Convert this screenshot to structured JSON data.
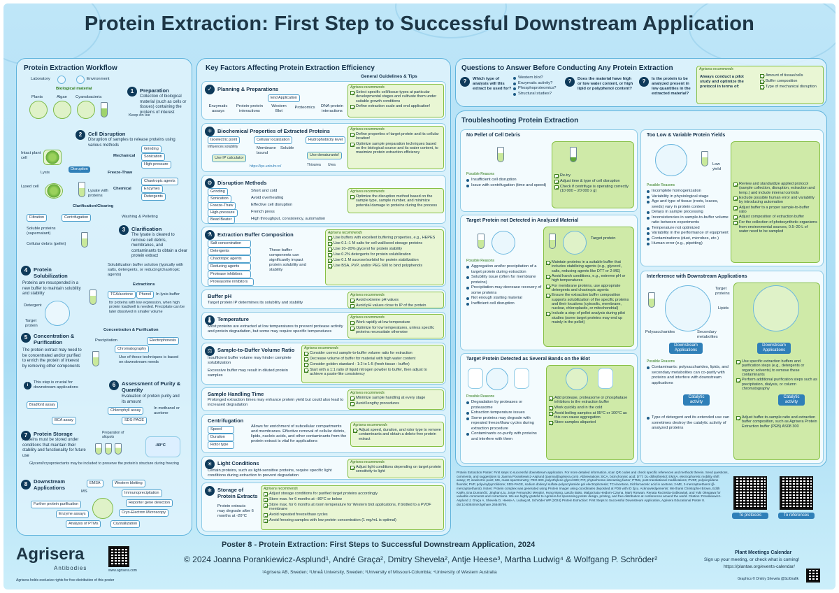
{
  "title": "Protein Extraction: First Step to Successful Downstream Application",
  "workflow": {
    "title": "Protein Extraction Workflow",
    "labels": {
      "laboratory": "Laboratory",
      "environment": "Environment",
      "biological_material": "Biological material",
      "plants": "Plants",
      "algae": "Algae",
      "cyanobacteria": "Cyanobacteria",
      "keep_on_ice": "Keep on ice",
      "intact_plant_cell": "Intact plant cell",
      "lysis": "Lysis",
      "lysed_cell": "Lysed cell",
      "lysate": "Lysate with proteins",
      "filtration": "Filtration",
      "centrifugation": "Centrifugation",
      "soluble": "Soluble proteins (supernatant)",
      "debris": "Cellular debris (pellet)",
      "detergent": "Detergent",
      "target_protein": "Target protein",
      "precipitation": "Precipitation",
      "use_tech": "Use of these techniques is based on downstream needs",
      "in_methanol": "In methanol or acetone",
      "prep_aliquots": "Preparation of aliquots",
      "minus80": "-80°C",
      "glycerol": "Glycerol/cryoprotectants may be included to preserve the protein's structure during freezing"
    },
    "steps": [
      {
        "n": "1",
        "t": "Preparation",
        "d": "Collection of biological material (such as cells or tissues) containing the proteins of interest"
      },
      {
        "n": "2",
        "t": "Cell Disruption",
        "d": "Disruption of samples to release proteins using various methods"
      },
      {
        "n": "3",
        "t": "Clarification",
        "d": "The lysate is cleared to remove cell debris, membranes, and contaminants to obtain a clear protein extract"
      },
      {
        "n": "4",
        "t": "Protein Solubilization",
        "d": "Proteins are resuspended in a new buffer to maintain solubility and stability"
      },
      {
        "n": "5",
        "t": "Concentration & Purification",
        "d": "The protein extract may need to be concentrated and/or purified to enrich the protein of interest by removing other components"
      },
      {
        "n": "6",
        "t": "Assessment of Purity & Quantity",
        "d": "Evaluation of protein purity and its amount"
      },
      {
        "n": "7",
        "t": "Protein Storage",
        "d": "Proteins must be stored under conditions that maintain their stability and functionality for future use"
      },
      {
        "n": "8",
        "t": "Downstream Applications",
        "d": ""
      }
    ],
    "disruption": {
      "label": "Disruption",
      "mechanical": "Mechanical",
      "freeze": "Freeze-Thaw",
      "chemical": "Chemical",
      "m": [
        "Grinding",
        "Sonication",
        "High-pressure"
      ],
      "c": [
        "Chaotropic agents",
        "Enzymes",
        "Detergents"
      ]
    },
    "clar": {
      "title": "Clarification/Clearing",
      "wash": "Washing & Pelleting"
    },
    "solub": {
      "desc": "Solubilization buffer solution (typically with salts, detergents, or reducing/chaotropic agents)",
      "extr": "Extractions",
      "tca": "TCA/acetone",
      "phenol": "Phenol",
      "lysis": "In lysis buffer",
      "note": "for proteins with low expression, when high protein load/well is needed. Precipitate can be later dissolved in smaller volume"
    },
    "conc": {
      "title": "Concentration & Purification",
      "electro": "Electrophoresis",
      "chrom": "Chromatography"
    },
    "assess": {
      "note": "This step is crucial for downstream applications",
      "bradford": "Bradford assay",
      "chloro": "Chlorophyll assay",
      "bca": "BCA assay",
      "sds": "SDS-PAGE"
    },
    "down": {
      "emsa": "EMSA",
      "western": "Western blotting",
      "ms": "MS",
      "immuno": "Immunoprecipitation",
      "further": "Further protein purification",
      "reporter": "Reporter gene detection",
      "enzyme": "Enzyme assays",
      "cryo": "Cryo-Electron Microscopy",
      "ptm": "Analysis of PTMs",
      "crystal": "Crystallization"
    }
  },
  "factors": {
    "title": "Key Factors Affecting Protein Extraction Efficiency",
    "guide": "General Guidelines & Tips",
    "rec_label": "Agrisera recommends",
    "sections": [
      {
        "t": "Planning & Preparations",
        "tags": [
          "End Application",
          "Enzymatic assays",
          "Protein-protein interactions",
          "Western Blot",
          "Proteomics",
          "DNA-protein interactions"
        ],
        "recs": [
          "Select specific cell/tissue types at particular developmental stages and cultivate them under suitable growth conditions",
          "Define extraction scale and end application!"
        ]
      },
      {
        "t": "Biochemical Properties of Extracted Proteins",
        "tags": [
          "Isoelectric point",
          "Influences solubility",
          "Use IP calculator",
          "Cellular localization",
          "Membrane bound",
          "Soluble",
          "Hydrophobicity level",
          "Use denaturants!",
          "Thiourea",
          "Urea",
          "https://ipc.uniruhr.ro/"
        ],
        "recs": [
          "Define properties of target protein and its cellular location!",
          "Optimize sample preparation techniques based on the biological source and its water content, to maximize protein extraction efficiency"
        ]
      },
      {
        "t": "Disruption Methods",
        "tags": [
          "Grinding",
          "Sonication",
          "Freeze-Thaw",
          "High-pressure",
          "Bead Beater"
        ],
        "descs": [
          "Short and cold",
          "Avoid overheating",
          "Effective cell disruption",
          "French press",
          "High throughput, consistency, automation"
        ],
        "recs": [
          "Optimize the disruption method based on the sample type, sample number, and minimize potential damage to proteins during the process"
        ]
      },
      {
        "t": "Extraction Buffer Composition",
        "tags": [
          "Salt concentration",
          "Detergents",
          "Chaotropic agents",
          "Reducing agents",
          "Protease inhibitors",
          "Proteasome inhibitors"
        ],
        "desc": "These buffer components can significantly impact protein solubility and stability",
        "recs": [
          "Use buffers with excellent buffering properties, e.g., HEPES",
          "Use 0.1–1 M salts for cell wall/seed storage proteins",
          "Use 10–20% glycerol for protein stability",
          "Use 0.2% detergents for protein solubilization",
          "Use 0.1 M sucrose/sorbitol for protein stabilization",
          "Use BSA, PVP, and/or PEG 600 to bind polyphenols"
        ]
      },
      {
        "t": "Buffer pH",
        "desc": "Target protein IP determines its solubility and stability",
        "recs": [
          "Avoid extreme pH values",
          "Avoid pH values close to IP of the protein"
        ]
      },
      {
        "t": "Temperature",
        "desc": "Most proteins are extracted at low temperatures to prevent protease activity and protein degradation, but some may require specific temperatures",
        "recs": [
          "Work rapidly at low temperature",
          "Optimize for low temperatures, unless specific proteins necessitate otherwise"
        ]
      },
      {
        "t": "Sample-to-Buffer Volume Ratio",
        "descs": [
          "Insufficient buffer volume may hinder complete solubilization",
          "Excessive buffer may result in diluted protein samples"
        ],
        "recs": [
          "Consider correct sample-to-buffer volume ratio for extraction",
          "Decrease volume of buffer for material with high water content",
          "Consider golden standard - 1:2 to 1:5 (fresh tissue : buffer)",
          "Start with a 1:1 ratio of liquid nitrogen powder to buffer, then adjust to achieve a paste-like consistency"
        ]
      },
      {
        "t": "Sample Handling Time",
        "desc": "Prolonged extraction times may enhance protein yield but could also lead to increased degradation",
        "recs": [
          "Minimize sample handling at every stage",
          "Avoid lengthy procedures"
        ]
      },
      {
        "t": "Centrifugation",
        "tags": [
          "Speed",
          "Duration",
          "Rotor type"
        ],
        "desc": "Allows for enrichment of subcellular compartments and membranes. Effective removal of cellular debris, lipids, nucleic acids, and other contaminants from the protein extract is vital for applications",
        "recs": [
          "Adjust speed, duration, and rotor type to remove contaminants and obtain a debris-free protein extract"
        ]
      },
      {
        "t": "Light Conditions",
        "desc": "Certain proteins, such as light-sensitive proteins, require specific light conditions during extraction to prevent degradation",
        "recs": [
          "Adjust light conditions depending on target protein sensitivity to light"
        ]
      },
      {
        "t": "Storage of Protein Extracts",
        "desc": "Protein extracts may degrade after 6 months at -20°C",
        "recs": [
          "Adjust storage conditions for purified target proteins accordingly",
          "Store max. for 6 months at –80°C or below",
          "Store max. for 6 months at room temperature for Western blot applications, if blotted to a PVDF membrane",
          "Avoid repeated freeze/thaw cycles",
          "Avoid freezing samples with low protein concentration (1 mg/mL is optimal)"
        ]
      }
    ]
  },
  "questions": {
    "title": "Questions to Answer Before Conducting Any Protein Extraction",
    "q1": "Which type of analysis will this extract be used for?",
    "q1opts": [
      "Western blot?",
      "Enzymatic activity?",
      "Phosphoproteomics?",
      "Structural studies?"
    ],
    "q2": "Does the material have high or low water content, or high lipid or polyphenol content?",
    "q3": "Is the protein to be analyzed present in low quantities in the extracted material?",
    "rec1": "Always conduct a pilot study and optimize the protocol in terms of:",
    "rec1opts": [
      "Amount of tissue/cells",
      "Buffer composition",
      "Type of mechanical disruption"
    ]
  },
  "trouble": {
    "title": "Troubleshooting Protein Extraction",
    "possible": "Possible Reasons",
    "p1": {
      "t": "No Pellet of Cell Debris",
      "reasons": [
        "Insufficient cell disruption",
        "Issue with centrifugation (time and speed)"
      ],
      "recs": [
        "Re-try",
        "Adjust time & type of cell disruption",
        "Check if centrifuge is operating correctly (10 000 – 20 000 x g)"
      ]
    },
    "p2": {
      "t": "Too Low & Variable Protein Yields",
      "low": "Low yield",
      "reasons": [
        "Incomplete homogenization",
        "Variability in physiological stage",
        "Age and type of tissue (roots, leaves, seeds) vary in protein content",
        "Delays in sample processing",
        "Inconsistencies in sample-to-buffer volume ratio between experiments",
        "Temperature not optimized",
        "Variability in the performance of equipment",
        "Contaminations (dust, microbes, etc.)",
        "Human error (e.g., pipetting)"
      ],
      "recs": [
        "Review and standardize applied protocol (sample collection, disruption, extraction and temp.) and include internal controls",
        "Exclude possible human error and variability by introducing automation",
        "Adjust buffer to a proper sample-to-buffer ratio",
        "Adjust composition of extraction buffer",
        "For the collection of photosynthetic organisms from environmental sources, 0.5–20 L of water need to be sampled"
      ]
    },
    "p3": {
      "t": "Target Protein not Detected in Analyzed Material",
      "target": "Target protein",
      "reasons": [
        "Aggregation and/or precipitation of a target protein during extraction",
        "Solubility issue (often for membrane proteins)",
        "Precipitation may decrease recovery of some proteins",
        "Not enough starting material",
        "Inefficient cell disruption"
      ],
      "recs": [
        "Maintain proteins in a suitable buffer that includes stabilizing agents (e.g., glycerol, salts, reducing agents like DTT or 2-ME)",
        "Avoid harsh conditions, e.g., extreme pH or high temperatures",
        "For membrane proteins, use appropriate detergents and chaotropic agents",
        "Ensure the extraction buffer composition supports solubilization of the specific proteins and their locations (cytosolic, membrane, nuclear, chloroplastic, or mitochondrial)",
        "Include a step of pellet analysis during pilot studies (some target proteins may end up mainly in the pellet)"
      ]
    },
    "p4": {
      "t": "Interference with Downstream Applications",
      "target": "Target proteins",
      "lipids": "Lipids",
      "poly": "Polysaccharides",
      "sec": "Secondary metabolites",
      "down": "Downstream Applications",
      "cat": "Catalytic activity",
      "reasons": [
        "Contaminants: polysaccharides, lipids, and secondary metabolites can co-purify with proteins and interfere with downstream applications",
        "Type of detergent and its extended use can sometimes destroy the catalytic activity of analyzed proteins"
      ],
      "recs": [
        "Use specific extraction buffers and purification steps (e.g., detergents or organic solvents) to remove these contaminants",
        "Perform additional purification steps such as precipitation, dialysis, or column chromatography",
        "Adjust buffer-to-sample ratio and extraction buffer composition, such as Agrisera Protein Extraction buffer (PEB) AS08 300"
      ]
    },
    "p5": {
      "t": "Target Protein Detected as Several Bands on the Blot",
      "reasons": [
        "Degradation by proteases or proteasome",
        "Extraction temperature issues",
        "Some proteins may degrade with repeated freeze/thaw cycles during extraction procedure",
        "Contaminants co-purify with proteins and interfere with them"
      ],
      "recs": [
        "Add protease, proteasome or phosphatase inhibitors to the extraction buffer",
        "Work quickly and in the cold",
        "Avoid boiling samples at 95°C or 100°C as this can cause aggregation",
        "Store samples aliquoted"
      ]
    }
  },
  "notes": {
    "text": "Protein Extraction Poster: First steps to successful downstream application. For more detailed information, scan QR codes and check specific references and methods therein. Send questions, comments, and suggestions to Joanna Porankiewicz-Asplund (joanna@agrisera.com). Abbreviations: BCA, bicinchoninic acid; DTT, DL-dithiothreitol; EMSA, electrophoretic mobility shift assay; IP, isoelectric point; MS, mass spectrometry; PEG 600, polyethylene glycol 600; PIF, phytochrome-interacting factor; PTMs, post-translational modifications; PVDF, polyvinylidene fluoride; PVP, polyvinylpyrrolidone; SDS-PAGE, sodium dodecyl sulfate-polyacrylamide gel electrophoresis; TCA/acetone, trichloroacetic acid in acetone; 2-ME, 2-mercaptoethanol (β-mercaptoethanol). Notes: Protein complex was generated using Protein Imager using coordinates deposited at PDB with ID 3jcu. Acknowledgements: We thank Christopher Brown, Edith Kalén, Ena Dumančić, Jinghan Liu, Jorge Fernandez Mendez, Hong Wang, Laszlo Bako, Malgorzata Heidorn-Czarna, Mark Roswan, Renata Rucinska-Sobkowiak, and Yuki Okegawa for valuable comments and corrections. We are highly grateful to Agrisera for sponsoring poster design, printing, and free distribution at conferences around the world. Citation: Porankiewicz-Asplund J, Graça A, Shevela D, Heese A, Ludwig M, Schröder WP (2024) Protein Extraction: First Steps to Successful Downstream Application, Agrisera Educational Poster 8. doi:10.6084/m9.figshare.26848795.",
    "qr1": "To protocols",
    "qr2": "To references"
  },
  "footer": {
    "poster": "Poster 8 - Protein Extraction: First Steps to Successful Downstream Application, 2024",
    "authors": "© 2024 Joanna Porankiewicz-Asplund¹, André Graça², Dmitry Shevela², Antje Heese³, Martha Ludwig⁴ & Wolfgang P. Schröder²",
    "affil": "¹Agrisera AB, Sweden; ²Umeå University, Sweden; ³University of Missouri-Columbia; ⁴University of Western Australia",
    "brand": "Agrisera",
    "brand_sub": "Antibodies",
    "rights": "Agrisera holds exclusive rights for free distribution of this poster",
    "www": "www.agrisera.com",
    "plant_t": "Plant Meetings Calendar",
    "plant_d": "Sign up your meeting, or check what is coming!",
    "plant_url": "https://plantae.org/events-calendar/",
    "graphics": "Graphics © Dmitry Shevela @SciGrafik"
  }
}
